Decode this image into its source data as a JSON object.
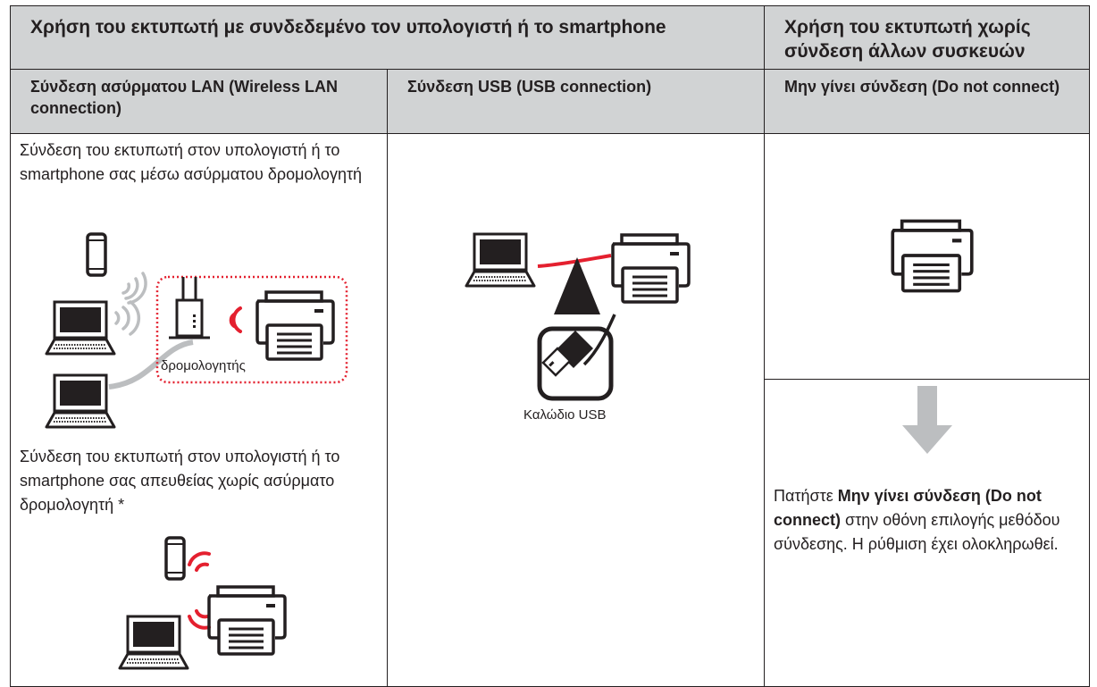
{
  "header": {
    "col1_title": "Χρήση του εκτυπωτή με συνδεδεμένο τον υπολογιστή ή το smartphone",
    "col3_title": "Χρήση του εκτυπωτή χωρίς σύνδεση άλλων συσκευών"
  },
  "subheader": {
    "wireless": "Σύνδεση ασύρματου LAN (Wireless LAN connection)",
    "usb": "Σύνδεση USB (USB connection)",
    "none": "Μην γίνει σύνδεση (Do not connect)"
  },
  "wireless": {
    "router_desc": "Σύνδεση του εκτυπωτή στον υπολογιστή ή το smartphone σας μέσω ασύρματου δρομολογητή",
    "router_label": "δρομολογητής",
    "direct_desc": "Σύνδεση του εκτυπωτή στον υπολογιστή ή το smartphone σας απευθείας χωρίς ασύρματο δρομολογητή *"
  },
  "usb": {
    "cable_label": "Καλώδιο USB"
  },
  "none": {
    "instr_pre": "Πατήστε ",
    "instr_bold": "Μην γίνει σύνδεση (Do not connect)",
    "instr_post": " στην οθόνη επιλογής μεθόδου σύνδεσης. Η ρύθμιση έχει ολοκληρωθεί."
  },
  "icons": [
    "smartphone-icon",
    "laptop-icon",
    "router-icon",
    "printer-icon",
    "wireless-signal-icon",
    "usb-plug-icon",
    "arrow-down-icon"
  ],
  "colors": {
    "header_bg": "#d1d3d4",
    "accent_red": "#e4202f",
    "cable_gray": "#bcbec0"
  }
}
